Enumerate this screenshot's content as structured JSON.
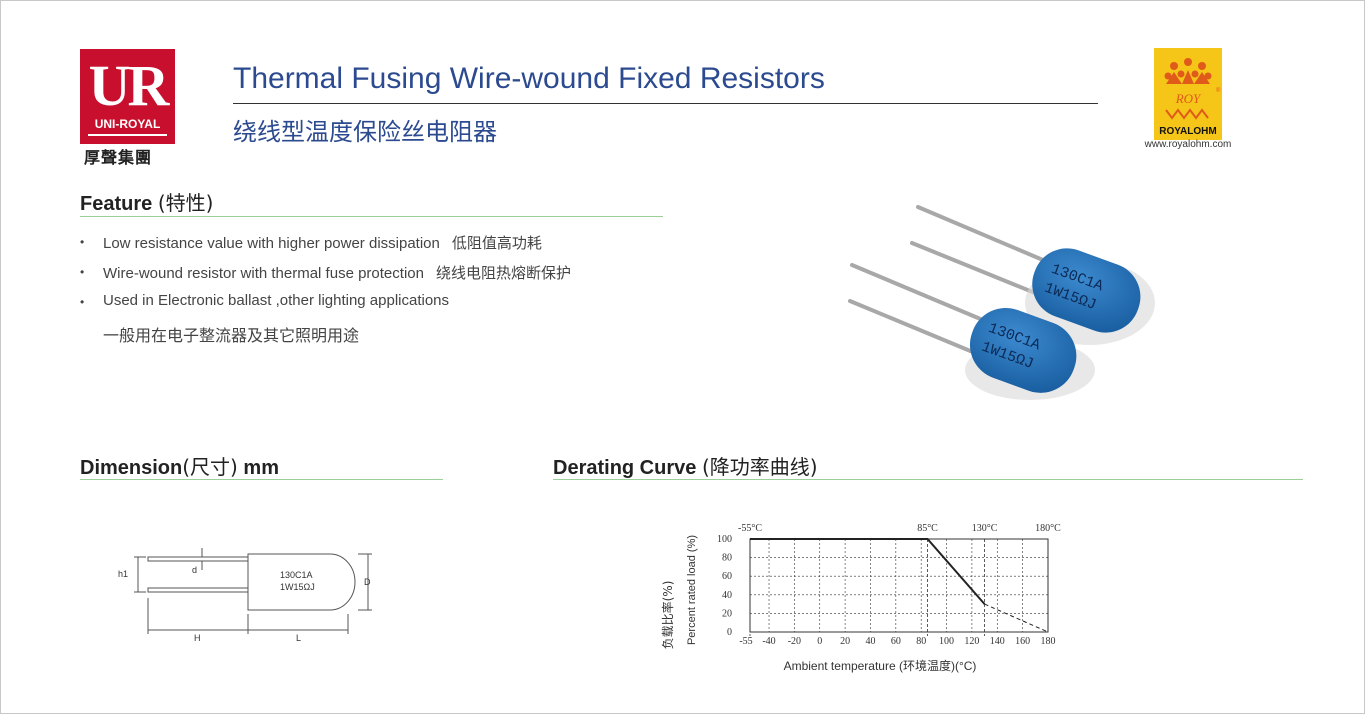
{
  "logo_left": {
    "mark": "UR",
    "name": "UNI-ROYAL",
    "chinese": "厚聲集團"
  },
  "title": {
    "english": "Thermal Fusing  Wire-wound Fixed Resistors",
    "chinese": "绕线型温度保险丝电阻器"
  },
  "logo_right": {
    "mark": "ROY",
    "brand": "ROYALOHM",
    "url": "www.royalohm.com"
  },
  "feature": {
    "heading": "Feature",
    "heading_cn": "(特性)",
    "items": [
      {
        "en": "Low resistance  value with higher  power dissipation",
        "cn": "低阻值高功耗"
      },
      {
        "en": "Wire-wound resistor with thermal fuse protection",
        "cn": "绕线电阻热熔断保护"
      },
      {
        "en": "Used  in  Electronic  ballast ,other lighting applications",
        "cn": ""
      }
    ],
    "extra_line": "一般用在电子整流器及其它照明用途"
  },
  "photo": {
    "marking_line1": "130C1A",
    "marking_line2": "1W15ΩJ"
  },
  "dimension": {
    "heading": "Dimension",
    "heading_cn": "(尺寸)",
    "unit": "mm",
    "labels": {
      "h1": "h1",
      "d": "d",
      "D": "D",
      "H": "H",
      "L": "L"
    },
    "body_text_1": "130C1A",
    "body_text_2": "1W15ΩJ"
  },
  "derating": {
    "heading": "Derating Curve",
    "heading_cn": "(降功率曲线)"
  },
  "chart_data": {
    "type": "line",
    "xlabel": "Ambient temperature (环境温度)(°C)",
    "ylabel": "Percent rated load (%)",
    "ylabel_cn": "负载比率(%)",
    "x_ticks": [
      "-55",
      "-40",
      "-20",
      "0",
      "20",
      "40",
      "60",
      "80",
      "100",
      "120",
      "140",
      "160",
      "180"
    ],
    "y_ticks": [
      "0",
      "20",
      "40",
      "60",
      "80",
      "100"
    ],
    "top_labels": [
      "-55°C",
      "85°C",
      "130°C",
      "180°C"
    ],
    "xlim": [
      -55,
      180
    ],
    "ylim": [
      0,
      100
    ],
    "grid": true,
    "series": [
      {
        "style": "solid",
        "x": [
          -55,
          85,
          130
        ],
        "y": [
          100,
          100,
          30
        ]
      },
      {
        "style": "dashed",
        "x": [
          130,
          180
        ],
        "y": [
          30,
          0
        ]
      }
    ],
    "reference_lines": [
      {
        "style": "dashed",
        "x": -55
      },
      {
        "style": "dashed",
        "x": 85
      },
      {
        "style": "dashed",
        "x": 130
      }
    ]
  }
}
